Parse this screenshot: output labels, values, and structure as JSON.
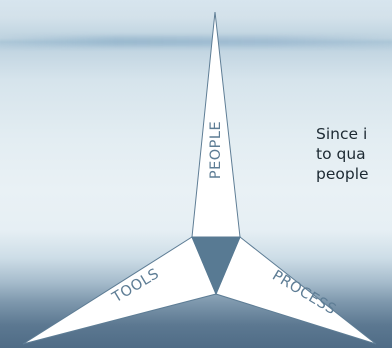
{
  "diagram": {
    "labels": {
      "people": "PEOPLE",
      "tools": "TOOLS",
      "process": "PROCESS"
    },
    "colors": {
      "blade_fill": "#ffffff",
      "blade_stroke": "#5e7d95",
      "center_fill": "#587a93",
      "label": "#5e7d95"
    }
  },
  "intro_text": {
    "lines": [
      "Since i",
      "to qua",
      "people"
    ]
  }
}
